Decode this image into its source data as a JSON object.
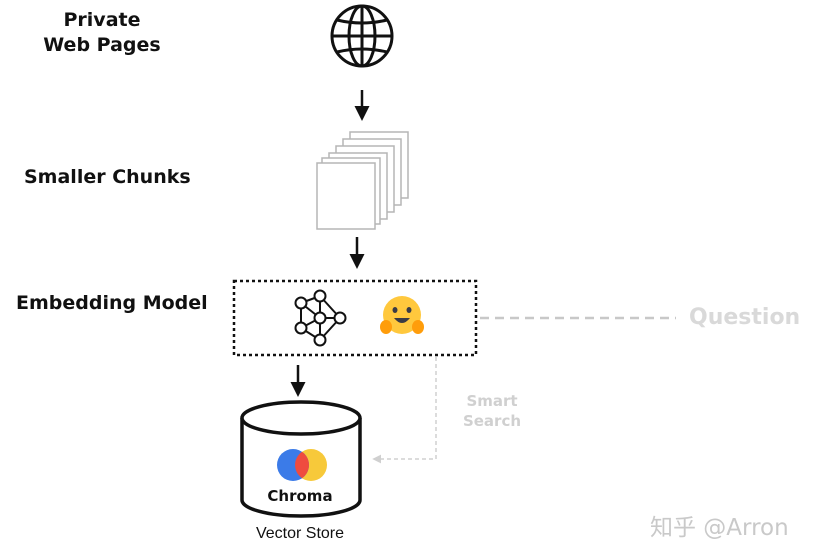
{
  "stages": {
    "private_web_pages": "Private\nWeb Pages",
    "smaller_chunks": "Smaller Chunks",
    "embedding_model": "Embedding Model",
    "vector_store": "Vector Store"
  },
  "chroma_label": "Chroma",
  "question_label": "Question",
  "smart_search_label": "Smart\nSearch",
  "watermark": "知乎 @Arron",
  "colors": {
    "text": "#111111",
    "faded": "#d9d9d9",
    "chunk_stroke": "#b5b5b5",
    "chroma_red": "#ef4b3f",
    "chroma_blue": "#3b7be8",
    "chroma_yellow": "#f7c93a",
    "hugging_face": "#ffc83d"
  },
  "icons": [
    "globe-icon",
    "neural-network-icon",
    "hugging-face-icon",
    "chroma-logo-icon",
    "database-icon"
  ]
}
